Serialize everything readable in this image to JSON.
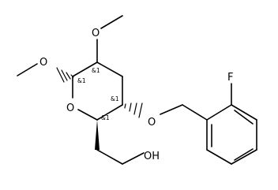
{
  "molecule": {
    "atoms": {
      "ring_oxygen": "O",
      "anomeric_methoxy_oxygen": "O",
      "c2_methoxy_oxygen": "O",
      "benzyl_ether_oxygen": "O",
      "hydroxyl": "OH",
      "fluorine": "F"
    },
    "stereo_labels": {
      "c1": "&1",
      "c2": "&1",
      "c4": "&1",
      "c5": "&1"
    }
  }
}
